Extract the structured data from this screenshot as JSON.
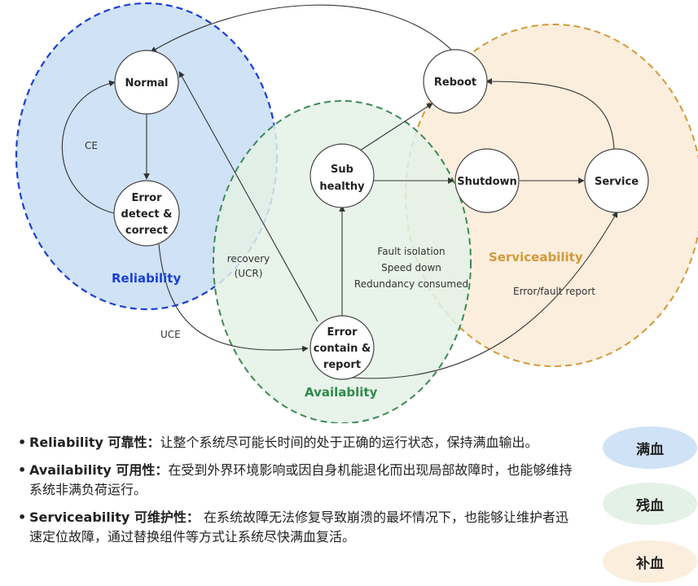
{
  "nodes": {
    "normal": "Normal",
    "error_detect": [
      "Error",
      "detect &",
      "correct"
    ],
    "sub_healthy": [
      "Sub",
      "healthy"
    ],
    "error_contain": [
      "Error",
      "contain &",
      "report"
    ],
    "reboot": "Reboot",
    "shutdown": "Shutdown",
    "service": "Service"
  },
  "edge_labels": {
    "ce": "CE",
    "uce": "UCE",
    "recovery": [
      "recovery",
      "(UCR)"
    ],
    "fault_lines": [
      "Fault isolation",
      "Speed down",
      "Redundancy consumed"
    ],
    "error_report": "Error/fault report"
  },
  "regions": {
    "reliability": "Reliability",
    "availability": "Availablity",
    "serviceability": "Serviceability"
  },
  "colors": {
    "reliability_fill": "#cfe2f6",
    "reliability_stroke": "#1a3fd6",
    "availability_fill": "#e4f1e6",
    "availability_stroke": "#3c8a55",
    "serviceability_fill": "#fbeedd",
    "serviceability_stroke": "#d29a3a"
  },
  "bullets": [
    {
      "bold": "Reliability 可靠性：",
      "text": "让整个系统尽可能长时间的处于正确的运行状态，保持满血输出。"
    },
    {
      "bold": "Availability 可用性：",
      "text": "在受到外界环境影响或因自身机能退化而出现局部故障时，也能够维持系统非满负荷运行。"
    },
    {
      "bold": "Serviceability 可维护性：",
      "text": " 在系统故障无法修复导致崩溃的最坏情况下，也能够让维护者迅速定位故障，通过替换组件等方式让系统尽快满血复活。"
    }
  ],
  "badges": [
    "满血",
    "残血",
    "补血"
  ]
}
